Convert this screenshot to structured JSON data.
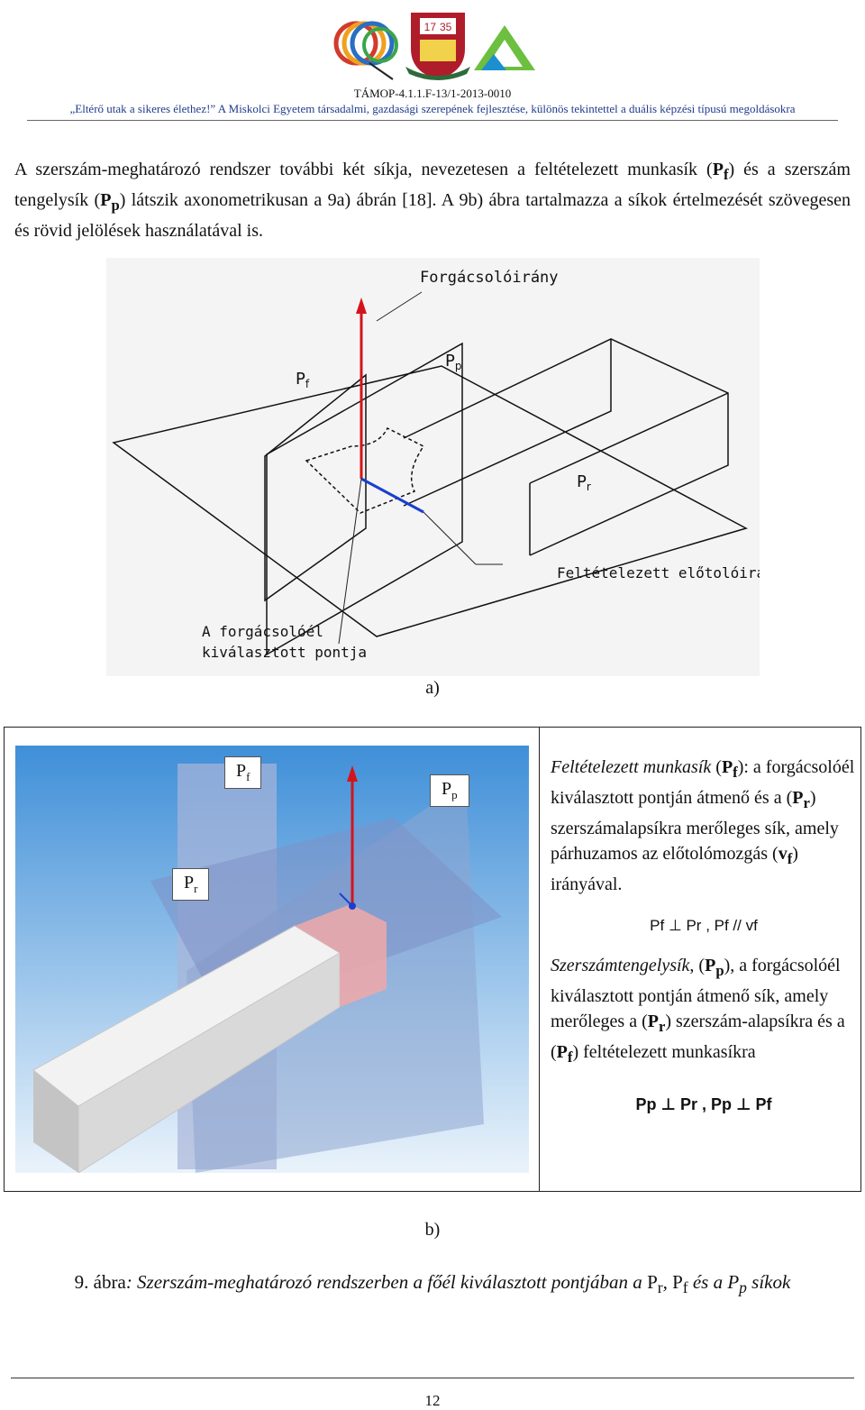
{
  "header": {
    "code": "TÁMOP-4.1.1.F-13/1-2013-0010",
    "project_title": "„Eltérő utak a sikeres élethez!” A Miskolci Egyetem társadalmi, gazdasági szerepének fejlesztése, különös tekintettel a duális képzési típusú megoldásokra",
    "seal_year_left": "17",
    "seal_year_right": "35",
    "colors": {
      "title": "#1f3c8c",
      "seal_red": "#b01d2a",
      "logo_green": "#6cbf3f"
    }
  },
  "intro": {
    "p1": "A szerszám-meghatározó rendszer további két síkja, nevezetesen a feltételezett munkasík (",
    "pf_main": "P",
    "pf_sub": "f",
    "p2": ") és a szerszám tengelysík (",
    "pp_main": "P",
    "pp_sub": "p",
    "p3": ") látszik axonometrikusan a 9a) ábrán [18]. A 9b) ábra tartalmazza a síkok értelmezését szövegesen és rövid jelölések használatával is."
  },
  "figure_a": {
    "label_forgacsolo": "Forgácsolóirány",
    "label_pf": "P",
    "label_pf_sub": "f",
    "label_pp": "P",
    "label_pp_sub": "p",
    "label_pr": "P",
    "label_pr_sub": "r",
    "label_elotolo": "Feltételezett előtolóirány",
    "label_point_1": "A forgácsolóél",
    "label_point_2": "kiválasztott pontja",
    "caption": "a)"
  },
  "figure_b": {
    "label_pf": "P",
    "label_pf_sub": "f",
    "label_pp": "P",
    "label_pp_sub": "p",
    "label_pr": "P",
    "label_pr_sub": "r",
    "caption": "b)"
  },
  "definitions": {
    "pf_title": "Feltételezett munkasík",
    "pf_open": " (",
    "pf_sym": "P",
    "pf_sym_sub": "f",
    "pf_close": "): a forgácsolóél kiválasztott pontján átmenő és a (",
    "pr_sym": "P",
    "pr_sym_sub": "r",
    "pf_rest1": ") szerszámalapsíkra merőleges sík, amely párhuzamos az előtolómozgás (",
    "vf_sym": "v",
    "vf_sub": "f",
    "pf_rest2": ")  irányával.",
    "formula1": "Pf ⊥ Pr , Pf // vf",
    "pp_title": "Szerszámtengelysík",
    "pp_open": ", (",
    "pp_sym": "P",
    "pp_sym_sub": "p",
    "pp_rest1": "), a forgácsolóél kiválasztott pontján átmenő sík, amely merőleges a (",
    "pr2_sym": "P",
    "pr2_sub": "r",
    "pp_rest2": ") szerszám-alapsíkra és a (",
    "pf2_sym": "P",
    "pf2_sub": "f",
    "pp_rest3": ") feltételezett munkasíkra",
    "formula2": "Pp ⊥ Pr , Pp ⊥ Pf"
  },
  "figure_caption": {
    "prefix": "9. ábra",
    "text": ": Szerszám-meghatározó rendszerben a főél kiválasztott pontjában a ",
    "pr": "P",
    "pr_sub": "r",
    "sep": ", ",
    "pf": "P",
    "pf_sub": "f",
    "and": " és a ",
    "pp": "P",
    "pp_sub": "p",
    "end": " síkok"
  },
  "page_number": "12"
}
